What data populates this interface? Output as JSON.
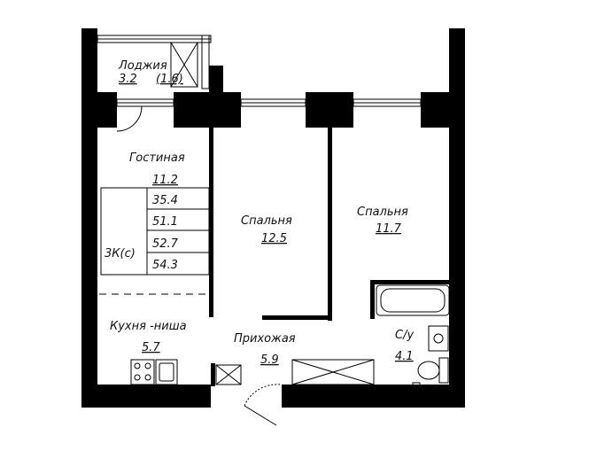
{
  "rooms": {
    "loggia": {
      "name": "Лоджия",
      "area": "3.2",
      "area_reduced": "(1.6)"
    },
    "living": {
      "name": "Гостиная",
      "area": "11.2"
    },
    "bedroom1": {
      "name": "Спальня",
      "area": "12.5"
    },
    "bedroom2": {
      "name": "Спальня",
      "area": "11.7"
    },
    "kitchen": {
      "name": "Кухня -ниша",
      "area": "5.7"
    },
    "hall": {
      "name": "Прихожая",
      "area": "5.9"
    },
    "bathroom": {
      "name": "С/у",
      "area": "4.1"
    }
  },
  "summary": {
    "type_label": "3К(с)",
    "values": [
      "35.4",
      "51.1",
      "52.7",
      "54.3"
    ]
  }
}
